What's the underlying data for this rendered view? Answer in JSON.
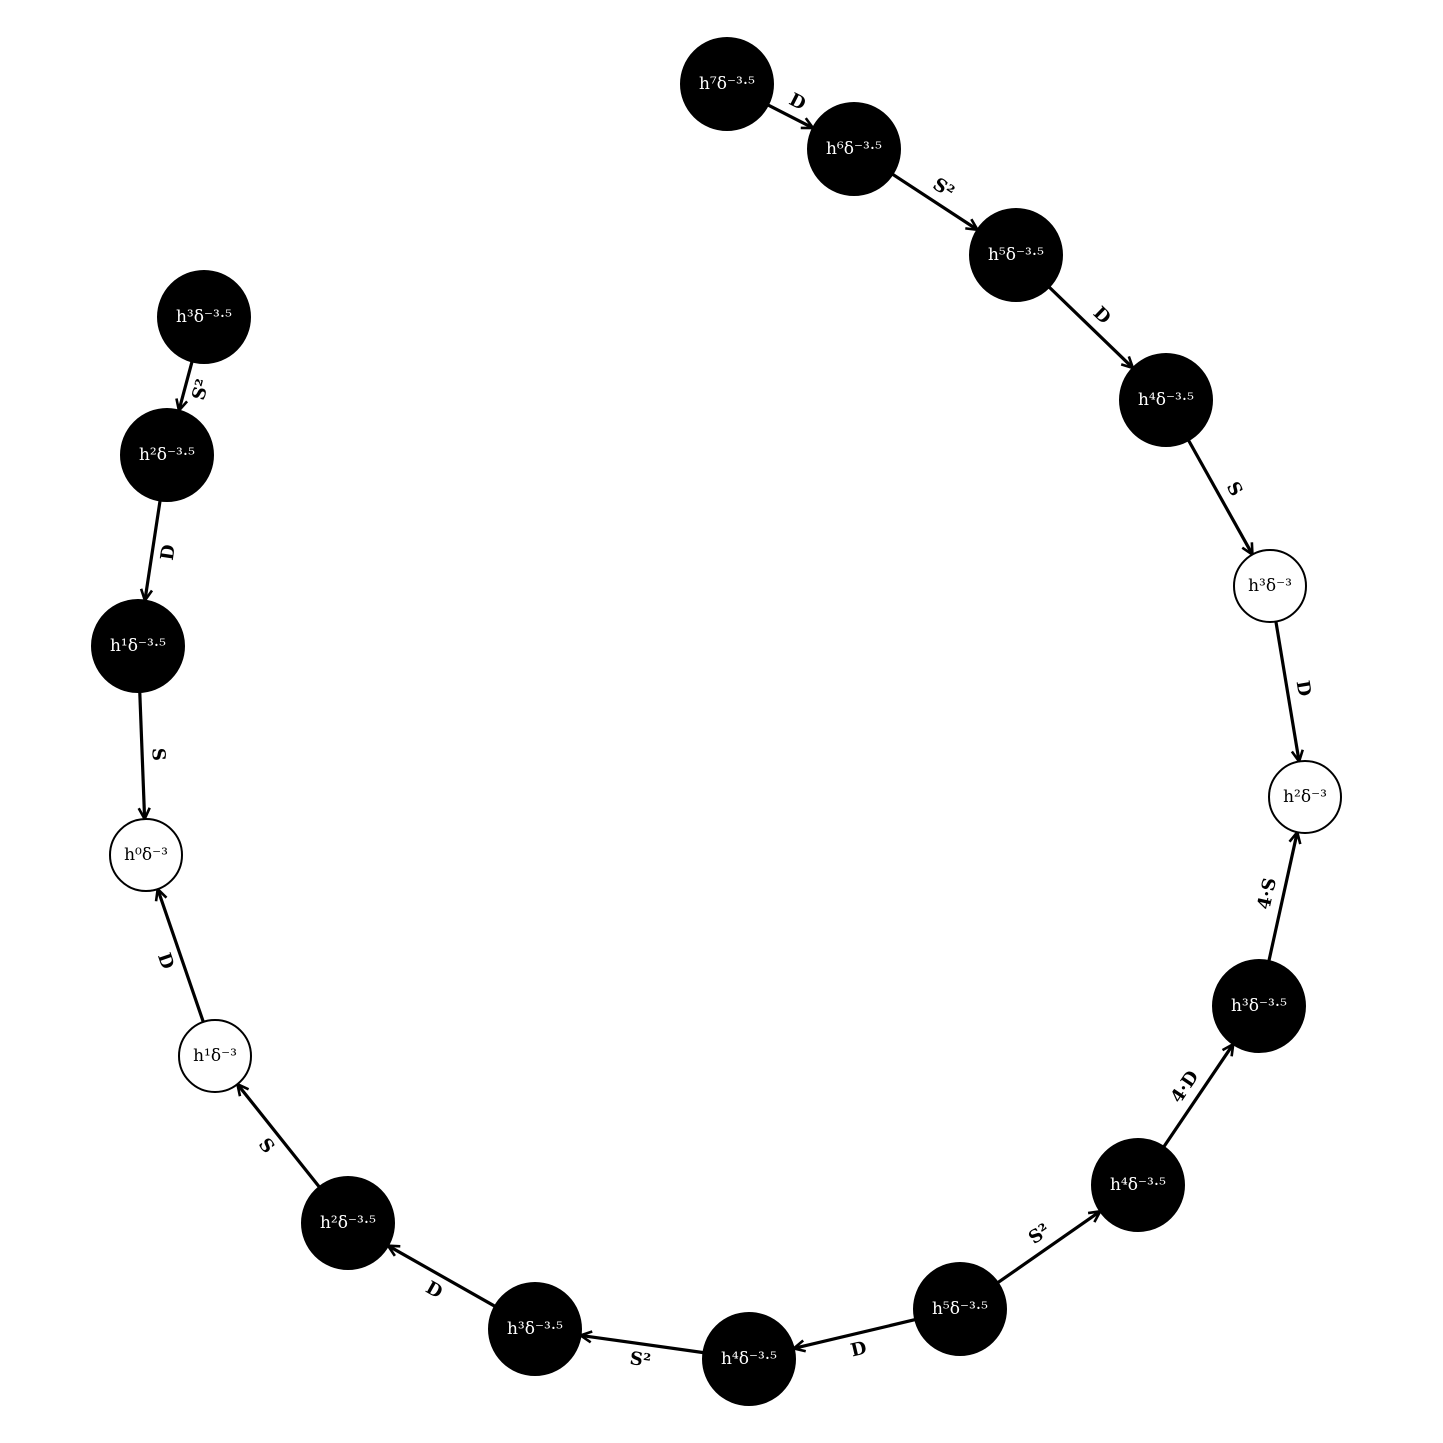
{
  "diagram": {
    "nodes": [
      {
        "id": "a1",
        "label": "h⁷δ⁻³·⁵",
        "fill": "black"
      },
      {
        "id": "a2",
        "label": "h⁶δ⁻³·⁵",
        "fill": "black"
      },
      {
        "id": "a3",
        "label": "h⁵δ⁻³·⁵",
        "fill": "black"
      },
      {
        "id": "a4",
        "label": "h⁴δ⁻³·⁵",
        "fill": "black"
      },
      {
        "id": "a5",
        "label": "h³δ⁻³",
        "fill": "white"
      },
      {
        "id": "a6",
        "label": "h²δ⁻³",
        "fill": "white"
      },
      {
        "id": "b1",
        "label": "h³δ⁻³·⁵",
        "fill": "black"
      },
      {
        "id": "b2",
        "label": "h⁴δ⁻³·⁵",
        "fill": "black"
      },
      {
        "id": "b3",
        "label": "h⁵δ⁻³·⁵",
        "fill": "black"
      },
      {
        "id": "b4",
        "label": "h⁴δ⁻³·⁵",
        "fill": "black"
      },
      {
        "id": "b5",
        "label": "h³δ⁻³·⁵",
        "fill": "black"
      },
      {
        "id": "b6",
        "label": "h²δ⁻³·⁵",
        "fill": "black"
      },
      {
        "id": "b7",
        "label": "h¹δ⁻³",
        "fill": "white"
      },
      {
        "id": "b8",
        "label": "h⁰δ⁻³",
        "fill": "white"
      },
      {
        "id": "c1",
        "label": "h³δ⁻³·⁵",
        "fill": "black"
      },
      {
        "id": "c2",
        "label": "h²δ⁻³·⁵",
        "fill": "black"
      },
      {
        "id": "c3",
        "label": "h¹δ⁻³·⁵",
        "fill": "black"
      }
    ],
    "edges": [
      {
        "from": "a1",
        "to": "a2",
        "label": "D"
      },
      {
        "from": "a2",
        "to": "a3",
        "label": "S²"
      },
      {
        "from": "a3",
        "to": "a4",
        "label": "D"
      },
      {
        "from": "a4",
        "to": "a5",
        "label": "S"
      },
      {
        "from": "a5",
        "to": "a6",
        "label": "D"
      },
      {
        "from": "b1",
        "to": "a6",
        "label": "4·S"
      },
      {
        "from": "b2",
        "to": "b1",
        "label": "4·D"
      },
      {
        "from": "b3",
        "to": "b2",
        "label": "S²"
      },
      {
        "from": "b3",
        "to": "b4",
        "label": "D"
      },
      {
        "from": "b4",
        "to": "b5",
        "label": "S²"
      },
      {
        "from": "b5",
        "to": "b6",
        "label": "D"
      },
      {
        "from": "b6",
        "to": "b7",
        "label": "S"
      },
      {
        "from": "b7",
        "to": "b8",
        "label": "D"
      },
      {
        "from": "c1",
        "to": "c2",
        "label": "S²"
      },
      {
        "from": "c2",
        "to": "c3",
        "label": "D"
      },
      {
        "from": "c3",
        "to": "b8",
        "label": "S"
      }
    ]
  }
}
